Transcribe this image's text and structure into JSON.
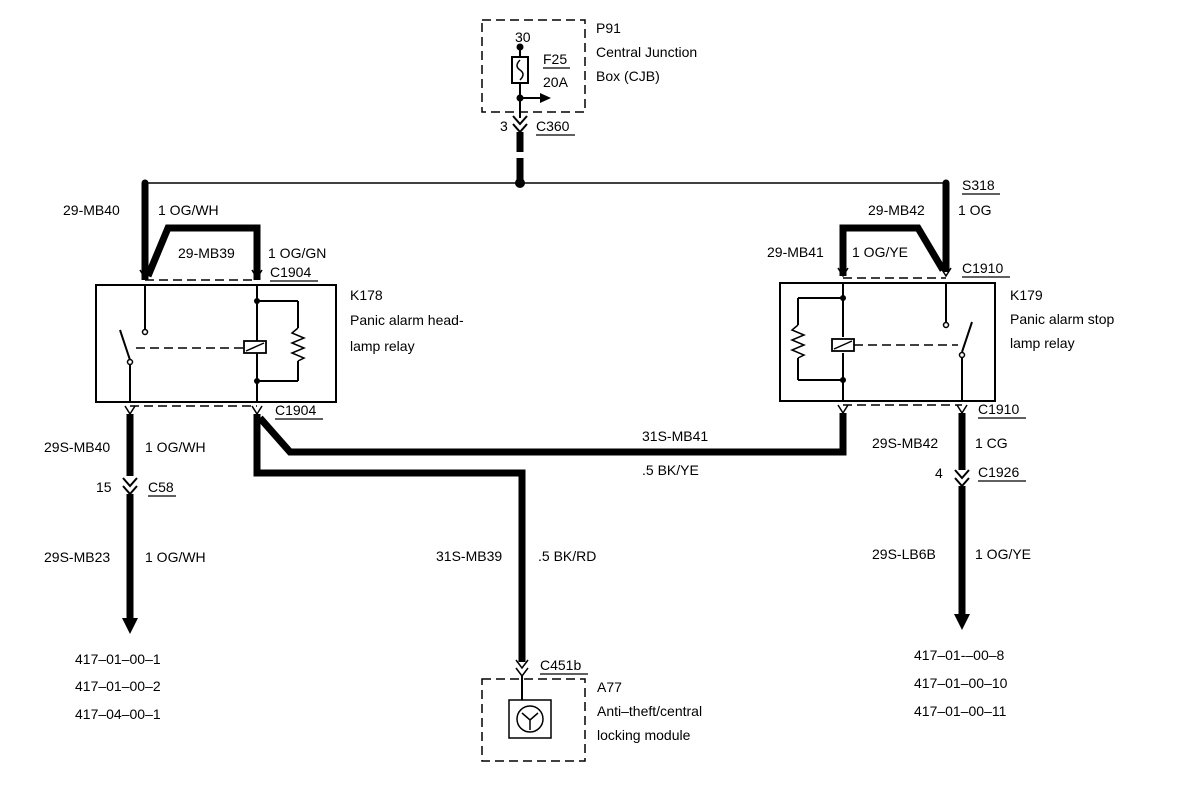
{
  "cjb": {
    "id": "P91",
    "name_line1": "Central Junction",
    "name_line2": "Box (CJB)",
    "terminal": "30",
    "fuse": "F25",
    "fuse_rating": "20A",
    "pin": "3",
    "connector": "C360"
  },
  "splice": "S318",
  "relay_left": {
    "id": "K178",
    "name_line1": "Panic alarm head-",
    "name_line2": "lamp relay",
    "connector_top": "C1904",
    "connector_bottom": "C1904"
  },
  "relay_right": {
    "id": "K179",
    "name_line1": "Panic alarm stop",
    "name_line2": "lamp relay",
    "connector_top": "C1910",
    "connector_bottom": "C1910"
  },
  "module": {
    "id": "A77",
    "name_line1": "Anti–theft/central",
    "name_line2": "locking module",
    "connector": "C451b"
  },
  "wires": {
    "mb40": {
      "circuit": "29-MB40",
      "spec": "1 OG/WH"
    },
    "mb39": {
      "circuit": "29-MB39",
      "spec": "1 OG/GN"
    },
    "mb42": {
      "circuit": "29-MB42",
      "spec": "1 OG"
    },
    "mb41": {
      "circuit": "29-MB41",
      "spec": "1 OG/YE"
    },
    "s_mb40": {
      "circuit": "29S-MB40",
      "spec": "1 OG/WH"
    },
    "s_mb23": {
      "circuit": "29S-MB23",
      "spec": "1 OG/WH"
    },
    "s_mb41": {
      "circuit": "31S-MB41",
      "spec": ".5 BK/YE"
    },
    "s_mb39": {
      "circuit": "31S-MB39",
      "spec": ".5 BK/RD"
    },
    "s_mb42": {
      "circuit": "29S-MB42",
      "spec": "1 CG"
    },
    "s_lb6b": {
      "circuit": "29S-LB6B",
      "spec": "1 OG/YE"
    }
  },
  "connectors": {
    "c58": {
      "pin": "15",
      "name": "C58"
    },
    "c1926": {
      "pin": "4",
      "name": "C1926"
    }
  },
  "refs_left": [
    "417–01–00–1",
    "417–01–00–2",
    "417–04–00–1"
  ],
  "refs_right": [
    "417–01-–00–8",
    "417–01–00–10",
    "417–01–00–11"
  ]
}
